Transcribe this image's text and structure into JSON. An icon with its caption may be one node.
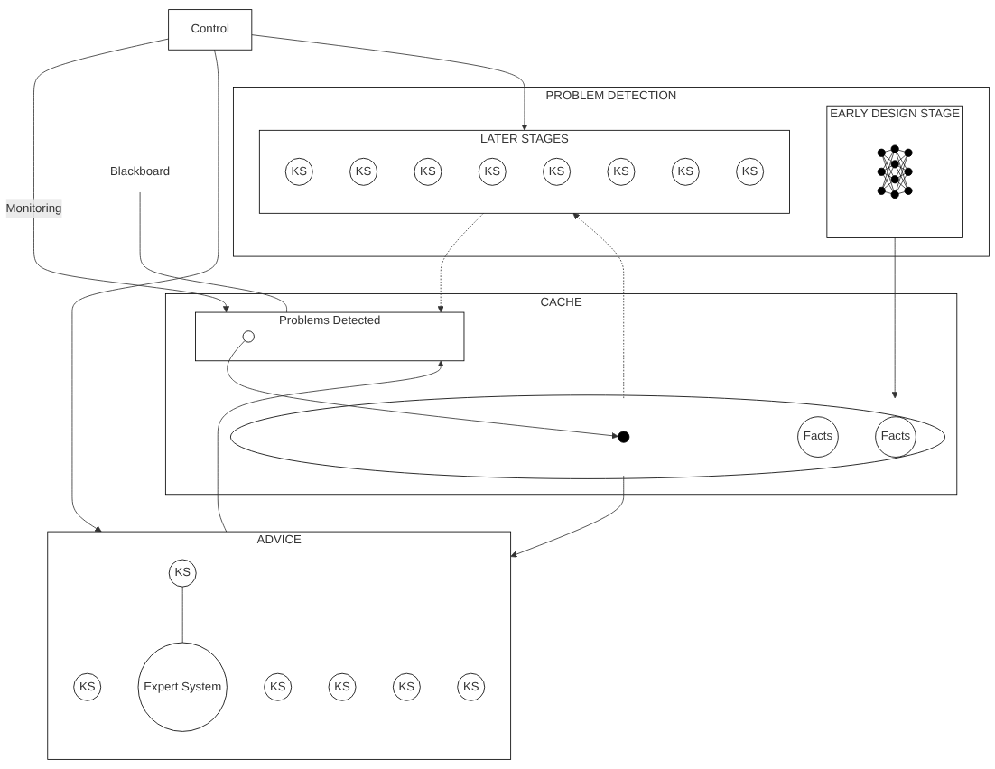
{
  "diagram": {
    "nodes": [
      {
        "text": [
          "Blackboard"
        ]
      },
      {
        "text": [
          "CACHE"
        ]
      },
      {
        "text": [
          "Problems Detected"
        ],
        "in": 1
      },
      {
        "text": [],
        "shape": "circle",
        "in": 2
      },
      {
        "text": [],
        "shape": "circle",
        "in": 1
      },
      {
        "text": [],
        "shape": "circle",
        "in": 4
      },
      {
        "text": [
          "Facts"
        ],
        "in": 4
      },
      {
        "text": [
          "Facts"
        ],
        "in": 4
      },
      {
        "text": [
          "Control"
        ]
      },
      {
        "text": [
          "ADVICE"
        ]
      },
      {
        "text": [
          "KS"
        ],
        "in": 9
      },
      {
        "text": [
          "KS"
        ],
        "in": 9
      },
      {
        "text": [
          "KS"
        ],
        "in": 9
      },
      {
        "text": [
          "KS"
        ],
        "in": 9
      },
      {
        "text": [
          "KS"
        ],
        "in": 9
      },
      {
        "text": [
          "KS"
        ],
        "in": 9
      },
      {
        "text": [
          "Expert System"
        ],
        "in": 9
      },
      {
        "text": [
          "PROBLEM DETECTION"
        ]
      },
      {
        "text": [
          "EARLY DESIGN STAGE"
        ],
        "in": 17
      },
      {
        "text": [],
        "shape": "picture",
        "in": 18
      },
      {
        "text": [
          "LATER STAGES"
        ],
        "in": 17
      },
      {
        "text": [
          "KS"
        ],
        "in": 20
      },
      {
        "text": [
          "KS"
        ],
        "in": 20
      },
      {
        "text": [
          "KS"
        ],
        "in": 20
      },
      {
        "text": [
          "KS"
        ],
        "in": 20
      },
      {
        "text": [
          "KS"
        ],
        "in": 20
      },
      {
        "text": [
          "KS"
        ],
        "in": 20
      },
      {
        "text": [
          "KS"
        ],
        "in": 20
      },
      {
        "text": [
          "KS"
        ],
        "in": 20
      }
    ],
    "edges": [
      {
        "from": 0,
        "to": 2,
        "arrow": "none"
      },
      {
        "from": 8,
        "to": 2,
        "arrow": "to",
        "label": "Monitoring"
      },
      {
        "from": 3,
        "to": 5,
        "arrow": "to"
      },
      {
        "from": 8,
        "to": 9,
        "arrow": "to"
      },
      {
        "from": 8,
        "to": 20,
        "arrow": "to"
      },
      {
        "from": 9,
        "to": 2,
        "arrow": "to"
      },
      {
        "from": 4,
        "to": 9,
        "arrow": "to"
      },
      {
        "from": 18,
        "to": 4,
        "arrow": "to"
      },
      {
        "from": 20,
        "to": 2,
        "arrow": "to",
        "style": "dashed"
      },
      {
        "from": 4,
        "to": 20,
        "arrow": "to",
        "style": "dashed"
      },
      {
        "from": 11,
        "to": 16,
        "arrow": "none"
      }
    ]
  }
}
